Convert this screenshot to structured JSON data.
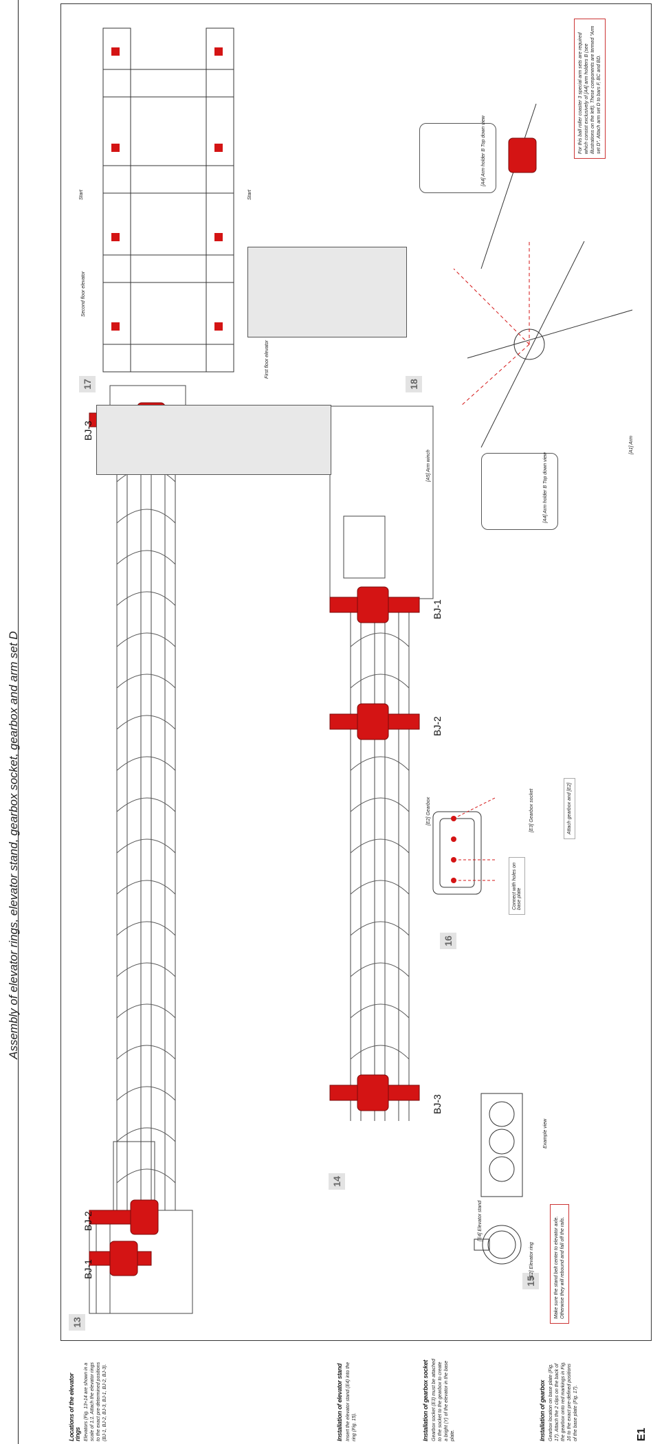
{
  "page": {
    "title": "Assembly of elevator rings, elevator stand, gearbox socket, gearbox and arm set D",
    "code": "E1"
  },
  "sidebar": {
    "blocks": [
      {
        "heading": "Locations of the elevator rings",
        "text": "Elevators (Fig. 13+14 are shown in a scale of 1:1. Attach the elevator rings to the exact pre-determined positions (BJ-1, BJ-2, BJ-3, BJ-1, BJ-2, BJ-3)."
      },
      {
        "heading": "Installation of elevator stand",
        "text": "Insert the elevator stand (E4) into the ring (Fig. 15)."
      },
      {
        "heading": "Installation of gearbox socket",
        "text": "Gearbox socket (E3) must be attached to the socket to the gearbox to create a bright (Y) of the elevator in the base plate."
      },
      {
        "heading": "Installation of gearbox",
        "text": "Gearbox location on base plate (Fig. 17). Attach the 2 clips on the back of the gearbox onto red markings in Fig. 16 to the exact pre-defined positions of the base plate (Fig. 17)."
      }
    ]
  },
  "steps": {
    "s13": "13",
    "s14": "14",
    "s15": "15",
    "s16": "16",
    "s17": "17",
    "s18": "18"
  },
  "fig13": {
    "bj1": "BJ-1",
    "bj2": "BJ-2",
    "bj3": "BJ-3"
  },
  "fig14": {
    "bj1": "BJ-1",
    "bj2": "BJ-2",
    "bj3": "BJ-3"
  },
  "fig15": {
    "stand_label": "[E4] Elevator stand",
    "ring_label": "[E2] Elevator ring",
    "example_label": "Example view",
    "note": "Make sure the stand belt center to elevator axle. Otherwise they will rebound and fall off the rails."
  },
  "fig16": {
    "gearbox_label": "[E2] Gearbox",
    "socket_label": "[E3] Gearbox socket",
    "connect_note": "Connect with holes on base plate",
    "attach_note": "Attach gearbox and [E2]"
  },
  "fig17": {
    "second_floor": "Second floor elevator",
    "first_floor": "First floor elevator",
    "start_a": "Start",
    "start_b": "Start"
  },
  "fig18": {
    "armwinch": "[A5] Arm winch",
    "arm": "[A1] Arm",
    "holder_b_top": "[A4] Arm holder B Top down view",
    "holder_b_bottom": "[A4] Arm holder B Top down view",
    "note": "For this ball roller coaster 3 special arm sets are required which consist exclusively of [A4] arm holders B (see illustrations on the left). These components are termed \"Arm set D\". Attach arm set D to bars F, BC and BD."
  },
  "colors": {
    "accent": "#d41414",
    "frame": "#333333",
    "step_bg": "#e3e3e3"
  }
}
